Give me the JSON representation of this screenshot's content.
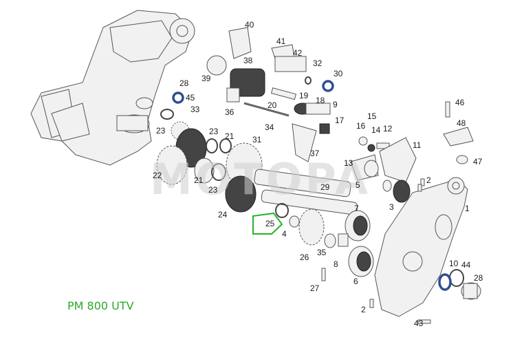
{
  "diagram": {
    "model_label": "PM 800 UTV",
    "watermark": "MOTOPA",
    "highlight_color": "#22b422",
    "callouts": [
      {
        "id": "40",
        "text": "40"
      },
      {
        "id": "41",
        "text": "41"
      },
      {
        "id": "42",
        "text": "42"
      },
      {
        "id": "38",
        "text": "38"
      },
      {
        "id": "39",
        "text": "39"
      },
      {
        "id": "32",
        "text": "32"
      },
      {
        "id": "30",
        "text": "30"
      },
      {
        "id": "28a",
        "text": "28"
      },
      {
        "id": "45",
        "text": "45"
      },
      {
        "id": "19",
        "text": "19"
      },
      {
        "id": "18",
        "text": "18"
      },
      {
        "id": "20",
        "text": "20"
      },
      {
        "id": "36",
        "text": "36"
      },
      {
        "id": "9",
        "text": "9"
      },
      {
        "id": "33",
        "text": "33"
      },
      {
        "id": "23a",
        "text": "23"
      },
      {
        "id": "34",
        "text": "34"
      },
      {
        "id": "17",
        "text": "17"
      },
      {
        "id": "16",
        "text": "16"
      },
      {
        "id": "15",
        "text": "15"
      },
      {
        "id": "14",
        "text": "14"
      },
      {
        "id": "12",
        "text": "12"
      },
      {
        "id": "23b",
        "text": "23"
      },
      {
        "id": "21a",
        "text": "21"
      },
      {
        "id": "31",
        "text": "31"
      },
      {
        "id": "37",
        "text": "37"
      },
      {
        "id": "11",
        "text": "11"
      },
      {
        "id": "13",
        "text": "13"
      },
      {
        "id": "22",
        "text": "22"
      },
      {
        "id": "21b",
        "text": "21"
      },
      {
        "id": "23c",
        "text": "23"
      },
      {
        "id": "29",
        "text": "29"
      },
      {
        "id": "5",
        "text": "5"
      },
      {
        "id": "2a",
        "text": "2"
      },
      {
        "id": "3",
        "text": "3"
      },
      {
        "id": "1",
        "text": "1"
      },
      {
        "id": "24",
        "text": "24"
      },
      {
        "id": "25",
        "text": "25"
      },
      {
        "id": "4",
        "text": "4"
      },
      {
        "id": "7",
        "text": "7"
      },
      {
        "id": "26",
        "text": "26"
      },
      {
        "id": "35",
        "text": "35"
      },
      {
        "id": "8",
        "text": "8"
      },
      {
        "id": "10",
        "text": "10"
      },
      {
        "id": "44",
        "text": "44"
      },
      {
        "id": "6",
        "text": "6"
      },
      {
        "id": "28b",
        "text": "28"
      },
      {
        "id": "27",
        "text": "27"
      },
      {
        "id": "2b",
        "text": "2"
      },
      {
        "id": "43",
        "text": "43"
      },
      {
        "id": "46",
        "text": "46"
      },
      {
        "id": "48",
        "text": "48"
      },
      {
        "id": "47",
        "text": "47"
      }
    ]
  }
}
